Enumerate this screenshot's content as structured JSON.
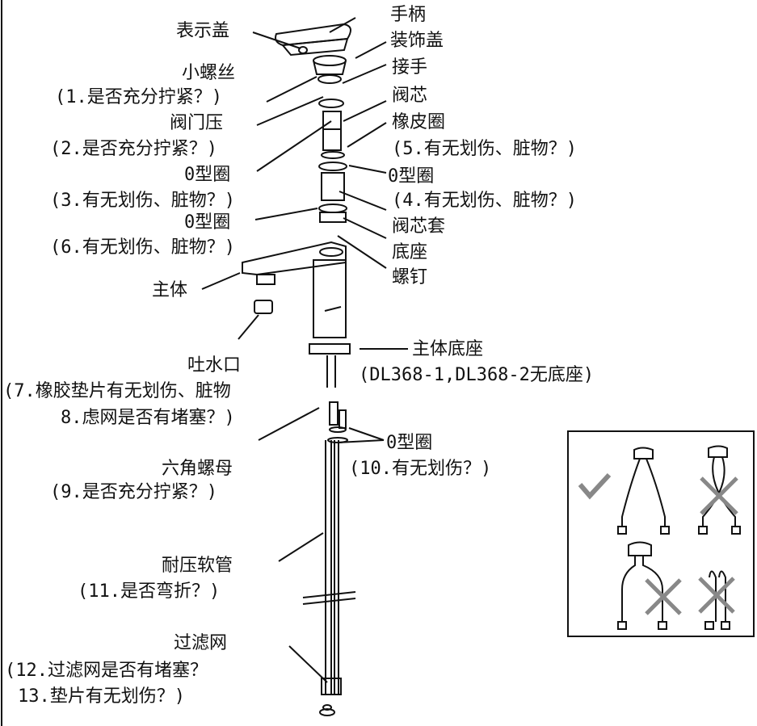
{
  "labels": {
    "top_cover": "表示盖",
    "handle": "手柄",
    "deco_cover": "装饰盖",
    "small_screw": "小螺丝",
    "q1": "(1.是否充分拧紧？)",
    "connector": "接手",
    "valve_press": "阀门压",
    "valve_core": "阀芯",
    "q2": "(2.是否充分拧紧？)",
    "rubber_ring": "橡皮圈",
    "q5": "(5.有无划伤、脏物？)",
    "oring_left_1": "0型圈",
    "q3": "(3.有无划伤、脏物？)",
    "oring_right_1": "0型圈",
    "q4": "(4.有无划伤、脏物？)",
    "valve_sleeve": "阀芯套",
    "oring_left_2": "0型圈",
    "base": "底座",
    "q6": "(6.有无划伤、脏物？)",
    "screw": "螺钉",
    "body": "主体",
    "outlet": "吐水口",
    "body_base": "主体底座",
    "body_base_note": "(DL368-1,DL368-2无底座)",
    "q7": "(7.橡胶垫片有无划伤、脏物",
    "q8": "8.虑网是否有堵塞？)",
    "oring_3": "0型圈",
    "hex_nut": "六角螺母",
    "q10": "(10.有无划伤？)",
    "q9": "(9.是否充分拧紧？)",
    "hose": "耐压软管",
    "q11": "(11.是否弯折？)",
    "filter": "过滤网",
    "q12": "(12.过滤网是否有堵塞？",
    "q13": "13.垫片有无划伤？)"
  },
  "inset": {
    "correct_mark": "✓",
    "wrong_mark": "✕"
  }
}
